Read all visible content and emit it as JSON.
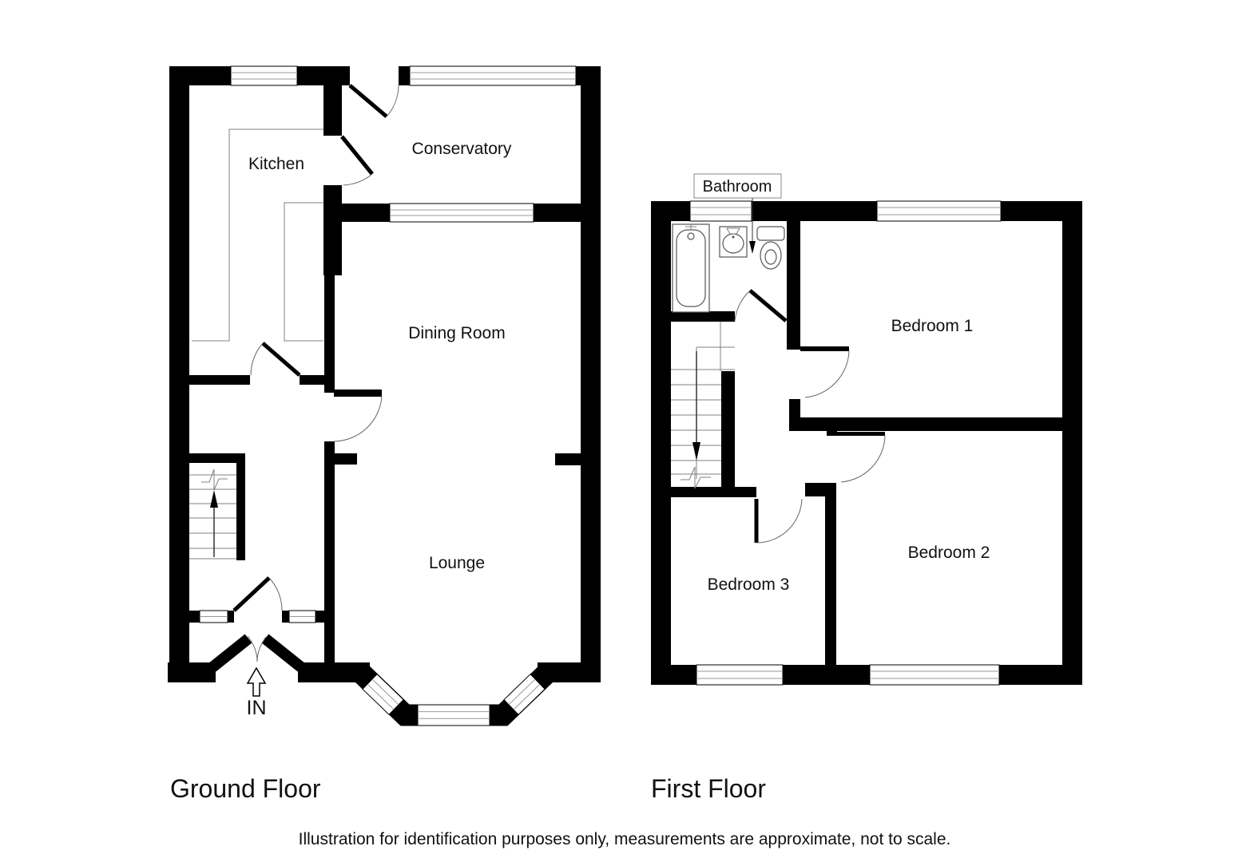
{
  "ground_floor": {
    "title": "Ground Floor",
    "rooms": {
      "kitchen": "Kitchen",
      "conservatory": "Conservatory",
      "dining_room": "Dining Room",
      "lounge": "Lounge"
    },
    "entrance_label": "IN"
  },
  "first_floor": {
    "title": "First Floor",
    "rooms": {
      "bathroom": "Bathroom",
      "bedroom1": "Bedroom 1",
      "bedroom2": "Bedroom 2",
      "bedroom3": "Bedroom 3"
    }
  },
  "footer": {
    "disclaimer": "Illustration for identification purposes only, measurements are approximate, not to scale."
  },
  "colors": {
    "wall": "#000000",
    "background": "#ffffff",
    "thin_line": "#808080"
  }
}
